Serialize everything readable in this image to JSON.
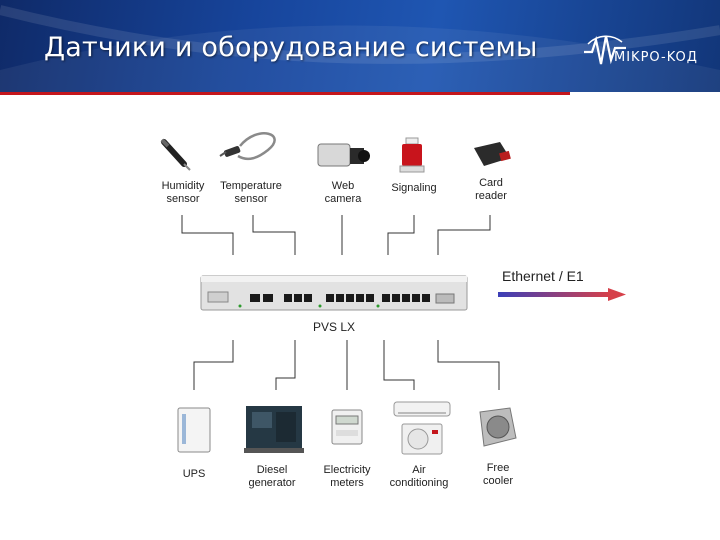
{
  "slide": {
    "title": "Датчики и оборудование системы",
    "logo_text": "MIKPO-KOД"
  },
  "colors": {
    "header_blue": "#17459c",
    "accent_red": "#c4161c",
    "arrow_blue": "#3b3fb8",
    "arrow_red": "#d6404a"
  },
  "diagram": {
    "central_device": "PVS LX",
    "uplink": "Ethernet / E1",
    "sensors": [
      {
        "icon": "humidity-sensor-icon",
        "label_1": "Humidity",
        "label_2": "sensor"
      },
      {
        "icon": "temperature-sensor-icon",
        "label_1": "Temperature",
        "label_2": "sensor"
      },
      {
        "icon": "web-camera-icon",
        "label_1": "Web",
        "label_2": "camera"
      },
      {
        "icon": "signaling-icon",
        "label_1": "Signaling",
        "label_2": ""
      },
      {
        "icon": "card-reader-icon",
        "label_1": "Card",
        "label_2": "reader"
      }
    ],
    "equipment": [
      {
        "icon": "ups-icon",
        "label_1": "UPS",
        "label_2": ""
      },
      {
        "icon": "diesel-generator-icon",
        "label_1": "Diesel",
        "label_2": "generator"
      },
      {
        "icon": "electricity-meter-icon",
        "label_1": "Electricity",
        "label_2": "meters"
      },
      {
        "icon": "air-conditioner-icon",
        "label_1": "Air",
        "label_2": "conditioning"
      },
      {
        "icon": "free-cooler-icon",
        "label_1": "Free",
        "label_2": "cooler"
      }
    ]
  }
}
